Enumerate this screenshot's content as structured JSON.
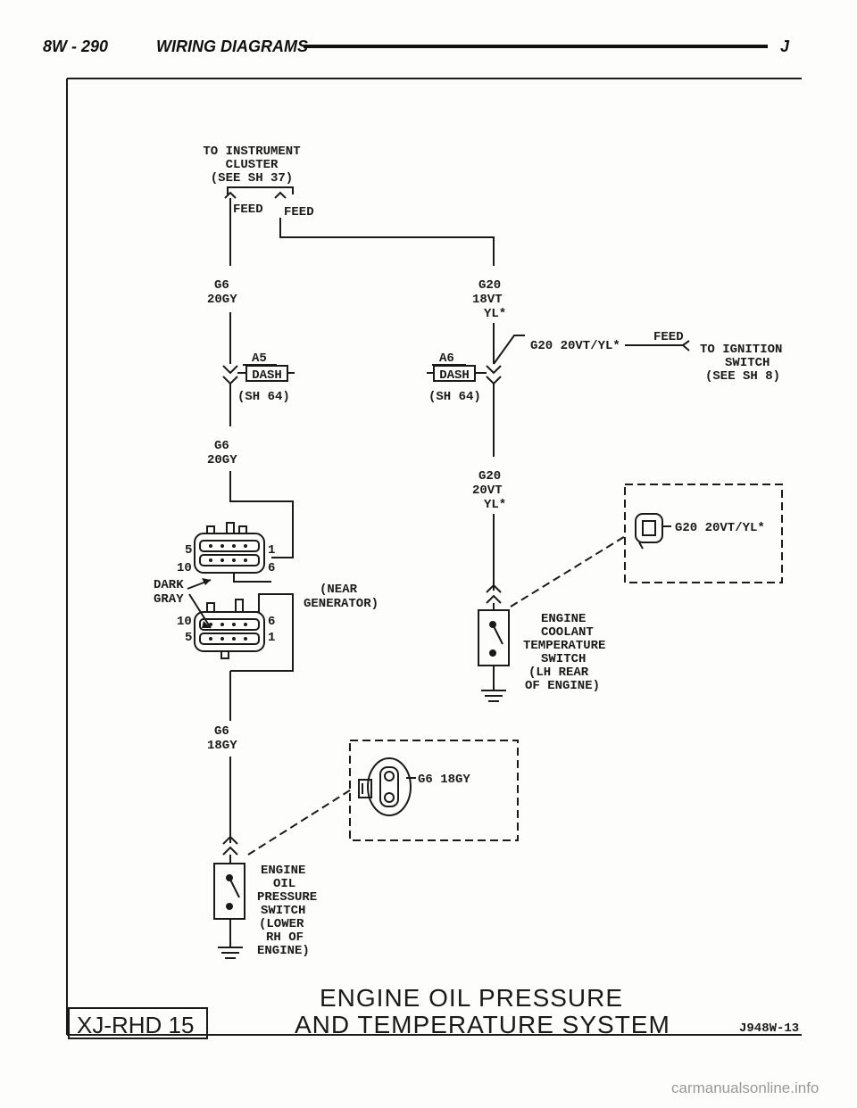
{
  "header": {
    "left": "8W - 290",
    "title": "WIRING DIAGRAMS",
    "right": "J"
  },
  "cluster": {
    "line1": "TO INSTRUMENT",
    "line2": "CLUSTER",
    "line3": "(SEE SH 37)",
    "feed_left": "FEED",
    "feed_right": "FEED"
  },
  "wires": {
    "g6_top_1": "G6",
    "g6_top_2": "20GY",
    "g20_top_1": "G20",
    "g20_top_2": "18VT",
    "g20_top_3": "YL*",
    "g6_mid_1": "G6",
    "g6_mid_2": "20GY",
    "g20_mid_1": "G20",
    "g20_mid_2": "20VT",
    "g20_mid_3": "YL*",
    "g6_low_1": "G6",
    "g6_low_2": "18GY",
    "splice_wire": "G20 20VT/YL*"
  },
  "connectors": {
    "a5": "A5",
    "a6": "A6",
    "dash": "DASH",
    "sh64": "(SH 64)",
    "pin5": "5",
    "pin10": "10",
    "pin1": "1",
    "pin6": "6",
    "dark": "DARK",
    "gray": "GRAY",
    "near1": "(NEAR",
    "near2": "GENERATOR)"
  },
  "ignition": {
    "feed": "FEED",
    "line1": "TO IGNITION",
    "line2": "SWITCH",
    "line3": "(SEE SH 8)"
  },
  "coolant_view": {
    "label": "G20 20VT/YL*"
  },
  "coolant_switch": {
    "l1": "ENGINE",
    "l2": "COOLANT",
    "l3": "TEMPERATURE",
    "l4": "SWITCH",
    "l5": "(LH REAR",
    "l6": "OF ENGINE)"
  },
  "oil_view": {
    "label": "G6 18GY"
  },
  "oil_switch": {
    "l1": "ENGINE",
    "l2": "OIL",
    "l3": "PRESSURE",
    "l4": "SWITCH",
    "l5": "(LOWER",
    "l6": "RH OF",
    "l7": "ENGINE)"
  },
  "footer": {
    "page_code": "XJ-RHD 15",
    "title1": "ENGINE OIL PRESSURE",
    "title2": "AND TEMPERATURE SYSTEM",
    "figure": "J948W-13"
  },
  "watermark": "carmanualsonline.info"
}
